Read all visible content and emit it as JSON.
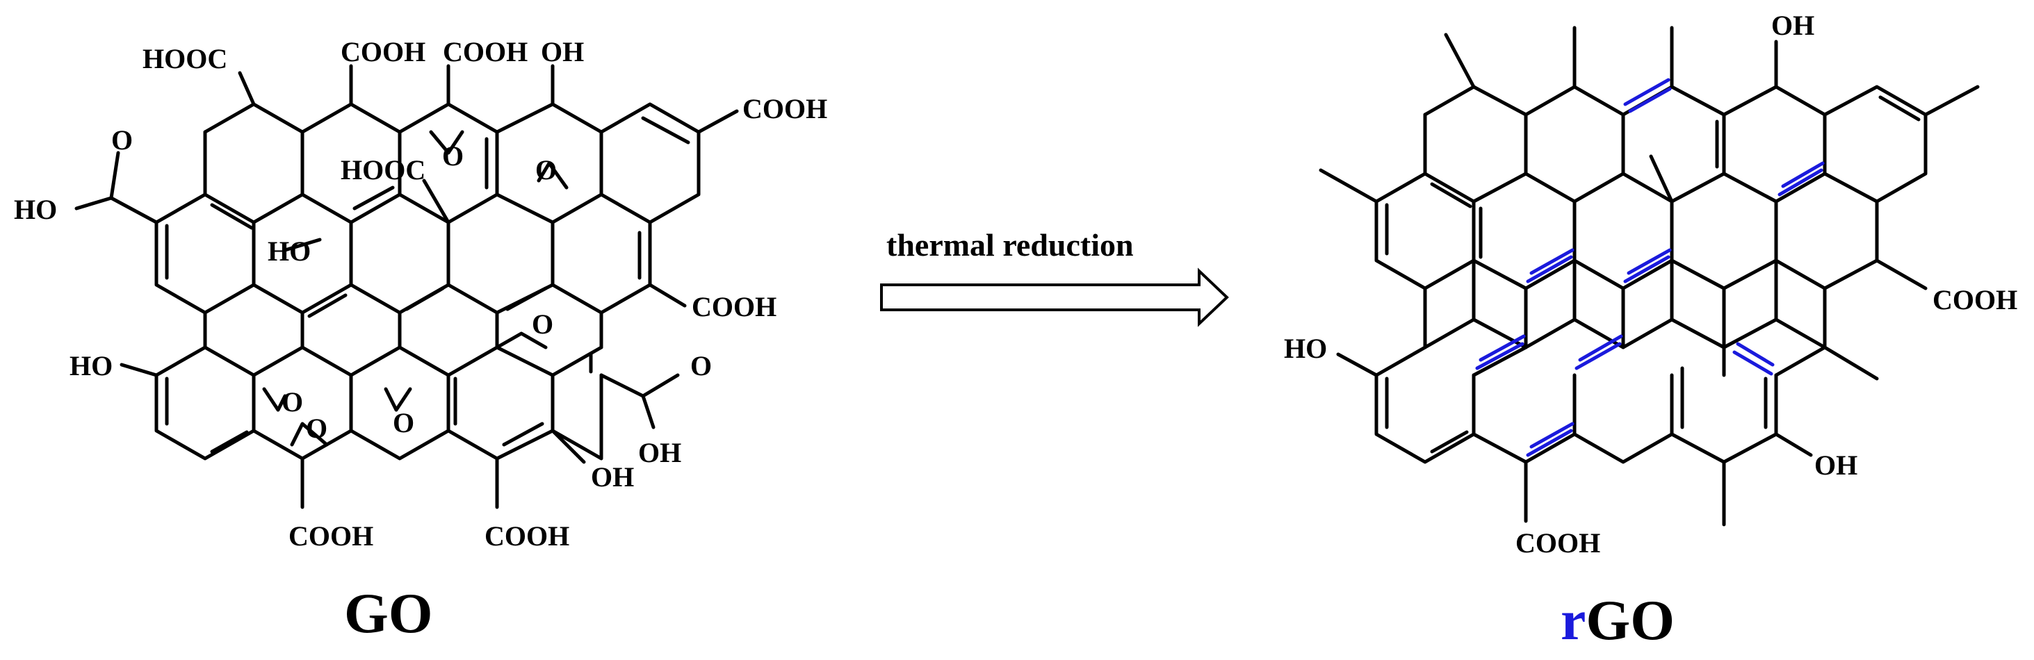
{
  "diagram": {
    "go_name": "GO",
    "rgo_prefix": "r",
    "rgo_suffix": "GO",
    "arrow_label": "thermal reduction",
    "colors": {
      "bond": "#000000",
      "restored_bond": "#1a1adc",
      "prefix": "#1a1adc"
    },
    "go_groups": {
      "hooc_top_left": "HOOC",
      "cooh_top_a": "COOH",
      "cooh_top_b": "COOH",
      "oh_top": "OH",
      "cooh_top_right": "COOH",
      "o_carbonyl_left": "O",
      "ho_left": "HO",
      "hooc_inner": "HOOC",
      "o_epoxide_1": "O",
      "o_epoxide_2": "O",
      "ho_inner": "HO",
      "cooh_right": "COOH",
      "o_epoxide_3": "O",
      "o_carbonyl_right": "O",
      "ho_lower_left": "HO",
      "o_epoxide_4": "O",
      "o_epoxide_5": "O",
      "o_epoxide_6": "O",
      "oh_right_carboxyl": "OH",
      "oh_lower": "OH",
      "cooh_bottom_a": "COOH",
      "cooh_bottom_b": "COOH"
    },
    "rgo_groups": {
      "oh_top": "OH",
      "cooh_right": "COOH",
      "ho_left": "HO",
      "oh_lower": "OH",
      "cooh_bottom": "COOH"
    }
  }
}
